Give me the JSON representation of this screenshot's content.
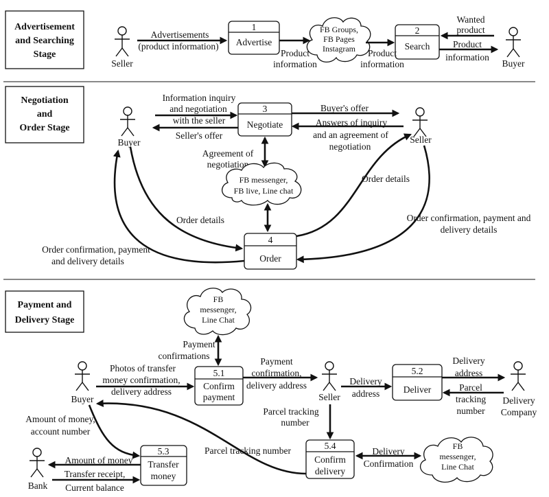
{
  "stages": [
    {
      "title_lines": [
        "Advertisement",
        "and Searching",
        "Stage"
      ]
    },
    {
      "title_lines": [
        "Negotiation",
        "and",
        "Order Stage"
      ]
    },
    {
      "title_lines": [
        "Payment and",
        "Delivery Stage"
      ]
    }
  ],
  "processes": {
    "p1": {
      "num": "1",
      "name_lines": [
        "Advertise"
      ]
    },
    "p2": {
      "num": "2",
      "name_lines": [
        "Search"
      ]
    },
    "p3": {
      "num": "3",
      "name_lines": [
        "Negotiate"
      ]
    },
    "p4": {
      "num": "4",
      "name_lines": [
        "Order"
      ]
    },
    "p51": {
      "num": "5.1",
      "name_lines": [
        "Confirm",
        "payment"
      ]
    },
    "p52": {
      "num": "5.2",
      "name_lines": [
        "Deliver"
      ]
    },
    "p53": {
      "num": "5.3",
      "name_lines": [
        "Transfer",
        "money"
      ]
    },
    "p54": {
      "num": "5.4",
      "name_lines": [
        "Confirm",
        "delivery"
      ]
    }
  },
  "actors": {
    "seller1": "Seller",
    "buyer1": "Buyer",
    "buyer2": "Buyer",
    "seller2": "Seller",
    "buyer3": "Buyer",
    "seller3": "Seller",
    "delivery": [
      "Delivery",
      "Company"
    ],
    "bank": "Bank"
  },
  "clouds": {
    "c1": [
      "FB Groups,",
      "FB Pages",
      "Instagram"
    ],
    "c2": [
      "FB messenger,",
      "FB live, Line chat"
    ],
    "c3": [
      "FB",
      "messenger,",
      "Line Chat"
    ],
    "c4": [
      "FB",
      "messenger,",
      "Line Chat"
    ]
  },
  "flows": {
    "ads": [
      "Advertisements",
      "(product information)"
    ],
    "prod_info_1": [
      "Product",
      "information"
    ],
    "prod_info_2": [
      "Product",
      "information"
    ],
    "wanted": [
      "Wanted",
      "product"
    ],
    "prod_info_3": [
      "Product",
      "information"
    ],
    "inquiry": [
      "Information inquiry",
      "and negotiation",
      "with the seller"
    ],
    "sellers_offer": [
      "Seller's offer"
    ],
    "buyers_offer": [
      "Buyer's offer"
    ],
    "answers": [
      "Answers of inquiry",
      "and an agreement of",
      "negotiation"
    ],
    "agreement": [
      "Agreement of",
      "negotiation"
    ],
    "order_details_1": [
      "Order details"
    ],
    "order_details_2": [
      "Order details"
    ],
    "order_conf_right": [
      "Order confirmation, payment and",
      "delivery details"
    ],
    "order_conf_left": [
      "Order confirmation, payment",
      "and delivery details"
    ],
    "payment_confs": [
      "Payment",
      "confirmations"
    ],
    "photos": [
      "Photos of transfer",
      "money confirmation,",
      "delivery address"
    ],
    "payment_conf_addr": [
      "Payment",
      "confirmation,",
      "delivery address"
    ],
    "delivery_addr_1": [
      "Delivery",
      "address"
    ],
    "delivery_addr_2": [
      "Delivery",
      "address"
    ],
    "parcel_tracking_1": [
      "Parcel",
      "tracking",
      "number"
    ],
    "parcel_tracking_2": [
      "Parcel tracking",
      "number"
    ],
    "parcel_tracking_3": [
      "Parcel tracking number"
    ],
    "amount_account": [
      "Amount of money,",
      "account number"
    ],
    "amount": [
      "Amount of money"
    ],
    "transfer_receipt": [
      "Transfer receipt,",
      "Current balance"
    ],
    "delivery_conf": [
      "Delivery",
      "Confirmation"
    ]
  }
}
